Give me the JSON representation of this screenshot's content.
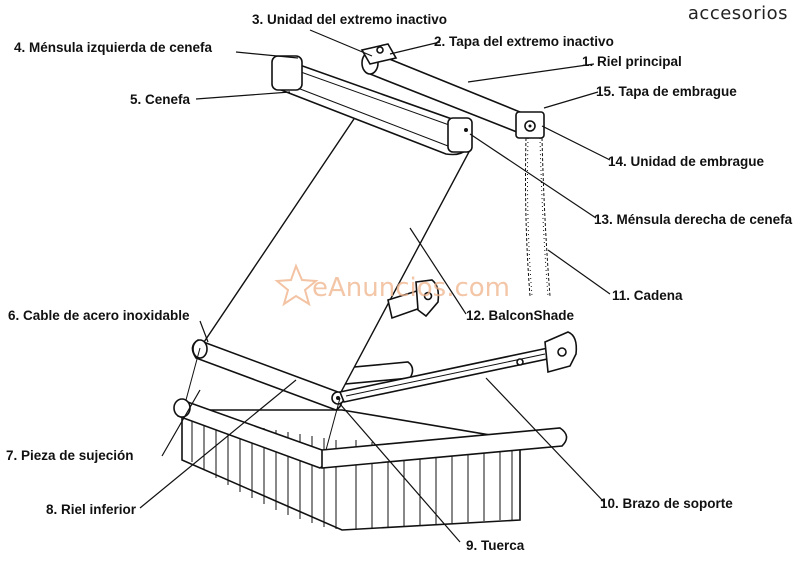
{
  "header": {
    "title": "accesorios"
  },
  "watermark": {
    "text": "eAnuncios.com"
  },
  "labels": {
    "riel_principal": "1. Riel principal",
    "tapa_extremo_inactivo": "2. Tapa del extremo inactivo",
    "unidad_extremo_inactivo": "3. Unidad del extremo inactivo",
    "mensula_izquierda": "4. Ménsula izquierda de cenefa",
    "cenefa": "5. Cenefa",
    "cable_acero": "6. Cable de acero inoxidable",
    "pieza_sujecion": "7. Pieza de sujeción",
    "riel_inferior": "8. Riel inferior",
    "tuerca": "9. Tuerca",
    "brazo_soporte": "10. Brazo de soporte",
    "cadena": "11. Cadena",
    "balconshade": "12. BalconShade",
    "mensula_derecha": "13. Ménsula derecha de cenefa",
    "unidad_embrague": "14. Unidad de embrague",
    "tapa_embrague": "15. Tapa de embrague"
  }
}
